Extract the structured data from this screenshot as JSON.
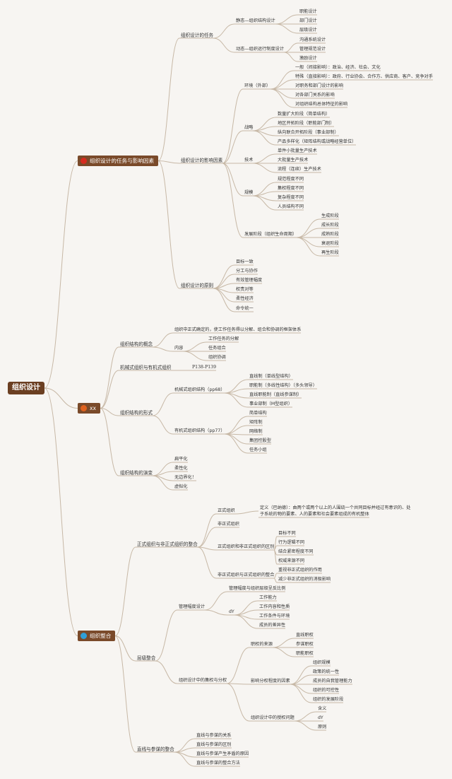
{
  "colors": {
    "branch": "#c7b8a6",
    "topic_bg": "#7a4a2a",
    "root_bg": "#6b3f22",
    "dot_red": "#d62b1f",
    "dot_orange": "#e0621f",
    "dot_blue": "#2f9fd8"
  },
  "root": "组织设计",
  "branches": [
    {
      "label": "组织设计的任务与影响因素",
      "icon": "red-dot-icon"
    },
    {
      "label": "xx",
      "icon": "orange-dot-icon"
    },
    {
      "label": "组织整合",
      "icon": "blue-dot-icon"
    }
  ],
  "nodes": {
    "b1_1": "组织设计的任务",
    "b1_1_1": "静态—组织结构设计",
    "b1_1_1_1": "职能设计",
    "b1_1_1_2": "部门设计",
    "b1_1_1_3": "层级设计",
    "b1_1_2": "动态—组织运行制度设计",
    "b1_1_2_1": "沟通系统设计",
    "b1_1_2_2": "管理规范设计",
    "b1_1_2_3": "激励设计",
    "b1_2": "组织设计的影响因素",
    "b1_2_1": "环境（外部）",
    "b1_2_1_1": "一般（间接影响）：政治、经济、社会、文化",
    "b1_2_1_2": "特殊（直接影响）：政府、行业协会、合作方、供应商、客户、竞争对手",
    "b1_2_1_3": "对职务和部门设计的影响",
    "b1_2_1_4": "对各部门关系的影响",
    "b1_2_1_5": "对组织结构总体特征的影响",
    "b1_2_2": "战略",
    "b1_2_2_1": "数量扩大阶段（简单结构）",
    "b1_2_2_2": "地区开拓阶段（职能部门制）",
    "b1_2_2_3": "纵向联合开拓阶段（事业部制）",
    "b1_2_2_4": "产品多样化（矩阵结构或战略经营单位）",
    "b1_2_3": "技术",
    "b1_2_3_1": "单件小批量生产技术",
    "b1_2_3_2": "大批量生产技术",
    "b1_2_3_3": "流程（连续）生产技术",
    "b1_2_4": "规模",
    "b1_2_4_1": "规范程度不同",
    "b1_2_4_2": "集权程度不同",
    "b1_2_4_3": "复杂程度不同",
    "b1_2_4_4": "人员结构不同",
    "b1_2_5": "发展阶段（组织生命周期）",
    "b1_2_5_1": "生成阶段",
    "b1_2_5_2": "成长阶段",
    "b1_2_5_3": "成熟阶段",
    "b1_2_5_4": "衰退阶段",
    "b1_2_5_5": "再生阶段",
    "b1_3": "组织设计的原则",
    "b1_3_1": "目标一致",
    "b1_3_2": "分工与协作",
    "b1_3_3": "有效管理幅度",
    "b1_3_4": "权责对等",
    "b1_3_5": "柔性经济",
    "b1_3_6": "命令统一",
    "b2_1": "组织结构的概念",
    "b2_1_1": "组织中正式确定的，使工作任务得以分解、组合和协调的框架体系",
    "b2_1_2": "内容",
    "b2_1_2_1": "工作任务的分解",
    "b2_1_2_2": "任务组合",
    "b2_1_2_3": "组织协调",
    "b2_2": "机械式组织与有机式组织",
    "b2_2_1": "P138-P139",
    "b2_3": "组织结构的形式",
    "b2_3_1": "机械式组织结构（pp68）",
    "b2_3_1_1": "直线制（单线型结构）",
    "b2_3_1_2": "职能制（多线性结构）（多头领导）",
    "b2_3_1_3": "直线职能制（直线参谋制）",
    "b2_3_1_4": "事业部制（M型组织）",
    "b2_3_2": "有机式组织结构（pp77）",
    "b2_3_2_1": "简单结构",
    "b2_3_2_2": "矩阵制",
    "b2_3_2_3": "网络制",
    "b2_3_2_4": "集团控股型",
    "b2_3_2_5": "任务小组",
    "b2_4": "组织结构的演变",
    "b2_4_1": "扁平化",
    "b2_4_2": "柔性化",
    "b2_4_3": "无边界化！",
    "b2_4_4": "虚拟化",
    "b3_1": "正式组织与非正式组织的整合",
    "b3_1_1": "正式组织",
    "b3_1_1_1a": "定义（巴纳德）：由两个或两个以上的人围绕一个共同目标并经过有意识的、处",
    "b3_1_1_1b": "于系统的物的要素、人的要素和社会要素组成的有机整体",
    "b3_1_2": "非正式组织",
    "b3_1_3": "正式组织和非正式组织的区别",
    "b3_1_3_1": "目标不同",
    "b3_1_3_2": "行为逻辑不同",
    "b3_1_3_3": "结合紧密程度不同",
    "b3_1_3_4": "权威来源不同",
    "b3_1_4": "非正式组织与正式组织的整合",
    "b3_1_4_1": "重视非正式组织的作用",
    "b3_1_4_2": "减少非正式组织的消极影响",
    "b3_2": "层级整合",
    "b3_2_1": "管理幅度设计",
    "b3_2_1_1": "管理幅度与组织层级呈反比例",
    "b3_2_1_2": "dY",
    "b3_2_1_2_1": "工作能力",
    "b3_2_1_2_2": "工作内容和性质",
    "b3_2_1_2_3": "工作条件与环境",
    "b3_2_1_2_4": "成员的差异性",
    "b3_2_2": "组织设计中的集权与分权",
    "b3_2_2_1": "职权的来源",
    "b3_2_2_1_1": "直线职权",
    "b3_2_2_1_2": "参谋职权",
    "b3_2_2_1_3": "职能职权",
    "b3_2_2_2": "影响分权程度的因素",
    "b3_2_2_2_1": "组织规模",
    "b3_2_2_2_2": "政策的统一性",
    "b3_2_2_2_3": "成员的自我管理能力",
    "b3_2_2_2_4": "组织的可控性",
    "b3_2_2_2_5": "组织的发展阶段",
    "b3_2_2_3": "组织设计中的授权问题",
    "b3_2_2_3_1": "含义",
    "b3_2_2_3_2": "dY",
    "b3_2_2_3_3": "原则",
    "b3_3": "直线与参谋的整合",
    "b3_3_1": "直线与参谋的关系",
    "b3_3_2": "直线与参谋的区别",
    "b3_3_3": "直线与参谋产生矛盾的原因",
    "b3_3_4": "直线与参谋的整合方法"
  }
}
